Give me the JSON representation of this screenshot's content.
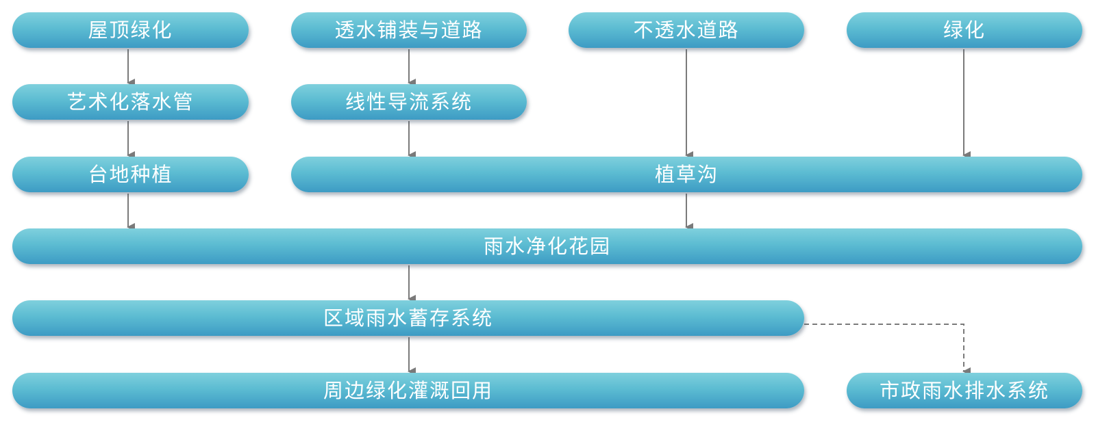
{
  "nodes": {
    "roof_greening": "屋顶绿化",
    "permeable_paving": "透水铺装与道路",
    "impermeable_road": "不透水道路",
    "greening": "绿化",
    "artistic_downpipe": "艺术化落水管",
    "linear_drainage": "线性导流系统",
    "terrace_planting": "台地种植",
    "grass_swale": "植草沟",
    "rain_garden": "雨水净化花园",
    "regional_storage": "区域雨水蓄存系统",
    "irrigation_reuse": "周边绿化灌溉回用",
    "municipal_drainage": "市政雨水排水系统"
  },
  "colors": {
    "node_light": "#7fd0dd",
    "node_dark": "#3d9bc4",
    "arrow": "#7a7a7a"
  }
}
